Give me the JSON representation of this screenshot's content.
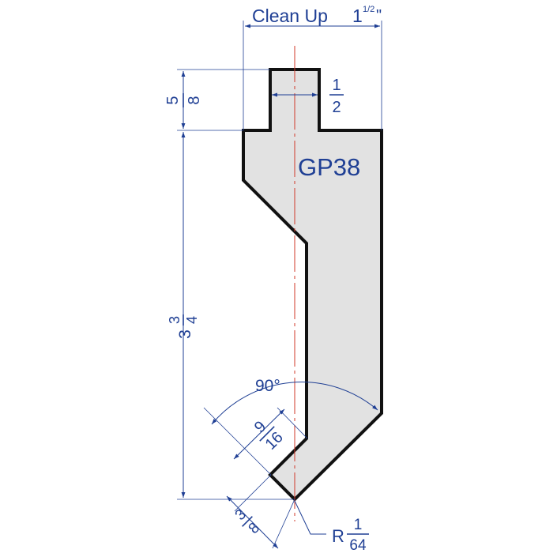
{
  "drawing": {
    "part_name": "GP38",
    "clean_up": {
      "label": "Clean Up",
      "whole": "1",
      "fraction": "1/2",
      "inch_mark": "\""
    },
    "tang_height": {
      "num": "5",
      "den": "8"
    },
    "tang_width": {
      "num": "1",
      "den": "2"
    },
    "body_height": {
      "whole": "3",
      "num": "3",
      "den": "4"
    },
    "tip_angle": "90°",
    "tip_offset": {
      "num": "9",
      "den": "16"
    },
    "tip_short_dim": {
      "num": "3",
      "den": "8"
    },
    "tip_radius": {
      "prefix": "R",
      "num": "1",
      "den": "64"
    },
    "colors": {
      "dimension": "#1f3f94",
      "outline": "#111111",
      "fill": "#e2e2e2",
      "centerline": "#d03a2a"
    }
  }
}
